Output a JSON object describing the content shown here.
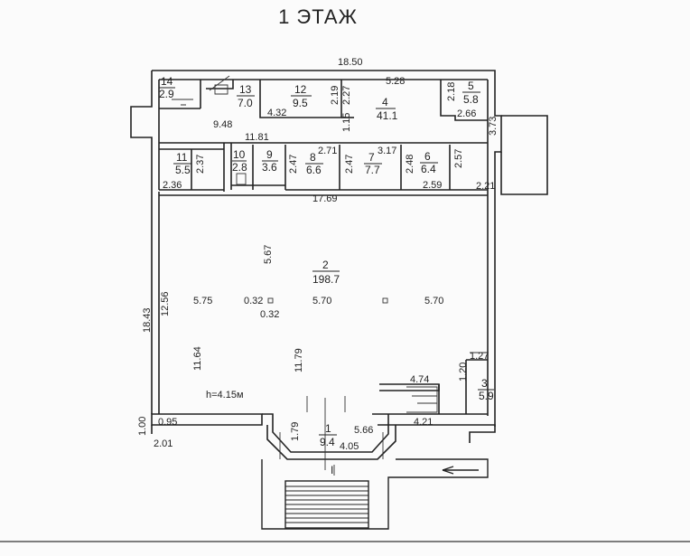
{
  "title": "1 ЭТАЖ",
  "rooms": [
    {
      "num": "14",
      "area": "2.9"
    },
    {
      "num": "13",
      "area": "7.0"
    },
    {
      "num": "12",
      "area": "9.5"
    },
    {
      "num": "4",
      "area": "41.1"
    },
    {
      "num": "5",
      "area": "5.8"
    },
    {
      "num": "11",
      "area": "5.5"
    },
    {
      "num": "10",
      "area": "2.8"
    },
    {
      "num": "9",
      "area": "3.6"
    },
    {
      "num": "8",
      "area": "6.6"
    },
    {
      "num": "7",
      "area": "7.7"
    },
    {
      "num": "6",
      "area": "6.4"
    },
    {
      "num": "2",
      "area": "198.7"
    },
    {
      "num": "3",
      "area": "5.9"
    },
    {
      "num": "1",
      "area": "9.4"
    }
  ],
  "dimensions": [
    "18.50",
    "5.28",
    "2.19",
    "2.27",
    "4.32",
    "2.18",
    "2.66",
    "9.48",
    "1.15",
    "3.73",
    "11.81",
    "2.71",
    "3.17",
    "2.37",
    "2.47",
    "2.47",
    "2.48",
    "2.57",
    "2.36",
    "17.69",
    "2.59",
    "2.21",
    "5.67",
    "18.43",
    "12.56",
    "5.75",
    "0.32",
    "5.70",
    "0.32",
    "5.70",
    "11.64",
    "11.79",
    "1.27",
    "4.74",
    "1.20",
    "1.00",
    "0.95",
    "2.01",
    "1.79",
    "5.66",
    "4.05",
    "4.21"
  ],
  "height_note": "h=4.15м",
  "entrance_mark": "I"
}
